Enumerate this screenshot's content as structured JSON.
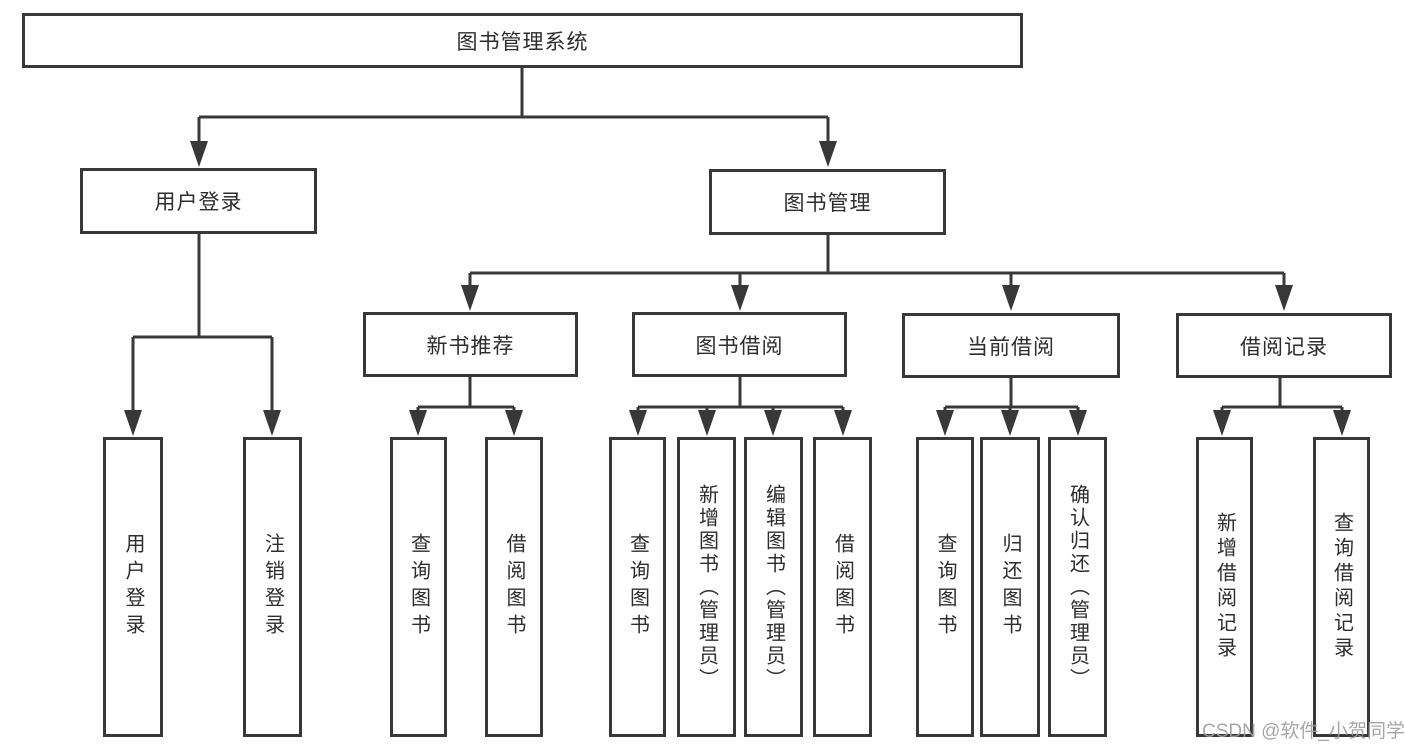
{
  "diagram": {
    "tree": {
      "root": {
        "label": "图书管理系统",
        "children": [
          {
            "label": "用户登录",
            "children": [
              {
                "label": "用户登录"
              },
              {
                "label": "注销登录"
              }
            ]
          },
          {
            "label": "图书管理",
            "children": [
              {
                "label": "新书推荐",
                "children": [
                  {
                    "label": "查询图书"
                  },
                  {
                    "label": "借阅图书"
                  }
                ]
              },
              {
                "label": "图书借阅",
                "children": [
                  {
                    "label": "查询图书"
                  },
                  {
                    "label": "新增图书（管理员）"
                  },
                  {
                    "label": "编辑图书（管理员）"
                  },
                  {
                    "label": "借阅图书"
                  }
                ]
              },
              {
                "label": "当前借阅",
                "children": [
                  {
                    "label": "查询图书"
                  },
                  {
                    "label": "归还图书"
                  },
                  {
                    "label": "确认归还（管理员）"
                  }
                ]
              },
              {
                "label": "借阅记录",
                "children": [
                  {
                    "label": "新增借阅记录"
                  },
                  {
                    "label": "查询借阅记录"
                  }
                ]
              }
            ]
          }
        ]
      }
    },
    "watermark": "CSDN @软件_小贺同学",
    "colors": {
      "line": "#383838",
      "box_border": "#383838",
      "text": "#2d2d2d",
      "watermark": "#9e9e9e",
      "background": "#ffffff"
    }
  }
}
